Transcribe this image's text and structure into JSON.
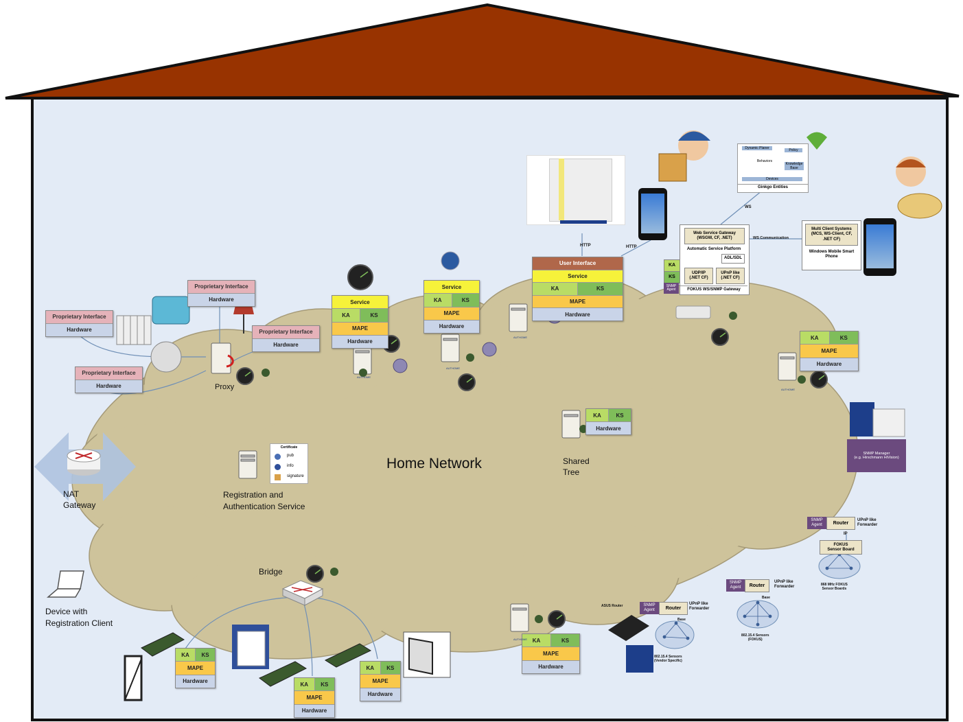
{
  "diagram": {
    "center_title": "Home Network",
    "nat_gateway": "NAT\nGateway",
    "registration_service": "Registration and\nAuthentication Service",
    "certificate": {
      "title": "Certificate",
      "items": [
        "pub",
        "info",
        "signature"
      ]
    },
    "device_with_client": "Device with\nRegistration Client",
    "proxy": "Proxy",
    "bridge": "Bridge",
    "shared_tree": "Shared\nTree",
    "http1": "HTTP",
    "http2": "HTTP",
    "ws": "WS",
    "ws_communication": "WS Communication",
    "ginkgo": {
      "title": "Ginkgo Entities",
      "dynamic_planer": "Dynamic Planer",
      "policy": "Policy",
      "behaviors": "Behaviors",
      "knowledge_base": "Knowledge Base",
      "devices": "Devices"
    },
    "stack_labels": {
      "proprietary": "Proprietary Interface",
      "hardware": "Hardware",
      "service": "Service",
      "ka": "KA",
      "ks": "KS",
      "mape": "MAPE",
      "user_interface": "User Interface"
    },
    "gateway": {
      "wsgw": "Web Service Gateway\n(WSGW, CF, .NET)",
      "asp": "Automatic Service Platform",
      "adl": "ADL/SDL",
      "udp": "UDP/IP\n(.NET CF)",
      "upnp": "UPnP like\n(.NET CF)",
      "footer": "FOKUS WS/SNMP Gateway",
      "ka": "KA",
      "ks": "KS",
      "snmp_agent": "SNMP\nAgent"
    },
    "mcs": {
      "title": "Multi Client Systems\n(MCS, WS-Client, CF,\n.NET CF)",
      "subtitle": "Windows Mobile Smart\nPhone"
    },
    "snmp_manager": "SNMP Manager\n(e.g. Hirschmann HiVision)",
    "sensors": {
      "snmp_agent": "SNMP\nAgent",
      "router": "Router",
      "upnp_forwarder": "UPnP like\nForwarder",
      "ip": "IP",
      "fokus_board": "FOKUS\nSensor Board",
      "boards_868": "868 MHz FOKUS\nSensor Boards",
      "base": "Base",
      "sensors_fokus": "802.15.4 Sensors\n(FOKUS)",
      "asus_router": "ASUS Router",
      "sensors_vendor": "802.15.4 Sensors\n(Vendor Specific)"
    },
    "autohome": "AUTHOME",
    "colors": {
      "roof": "#983300",
      "cloud": "#cec39b",
      "house_bg": "#e3ebf6"
    }
  }
}
